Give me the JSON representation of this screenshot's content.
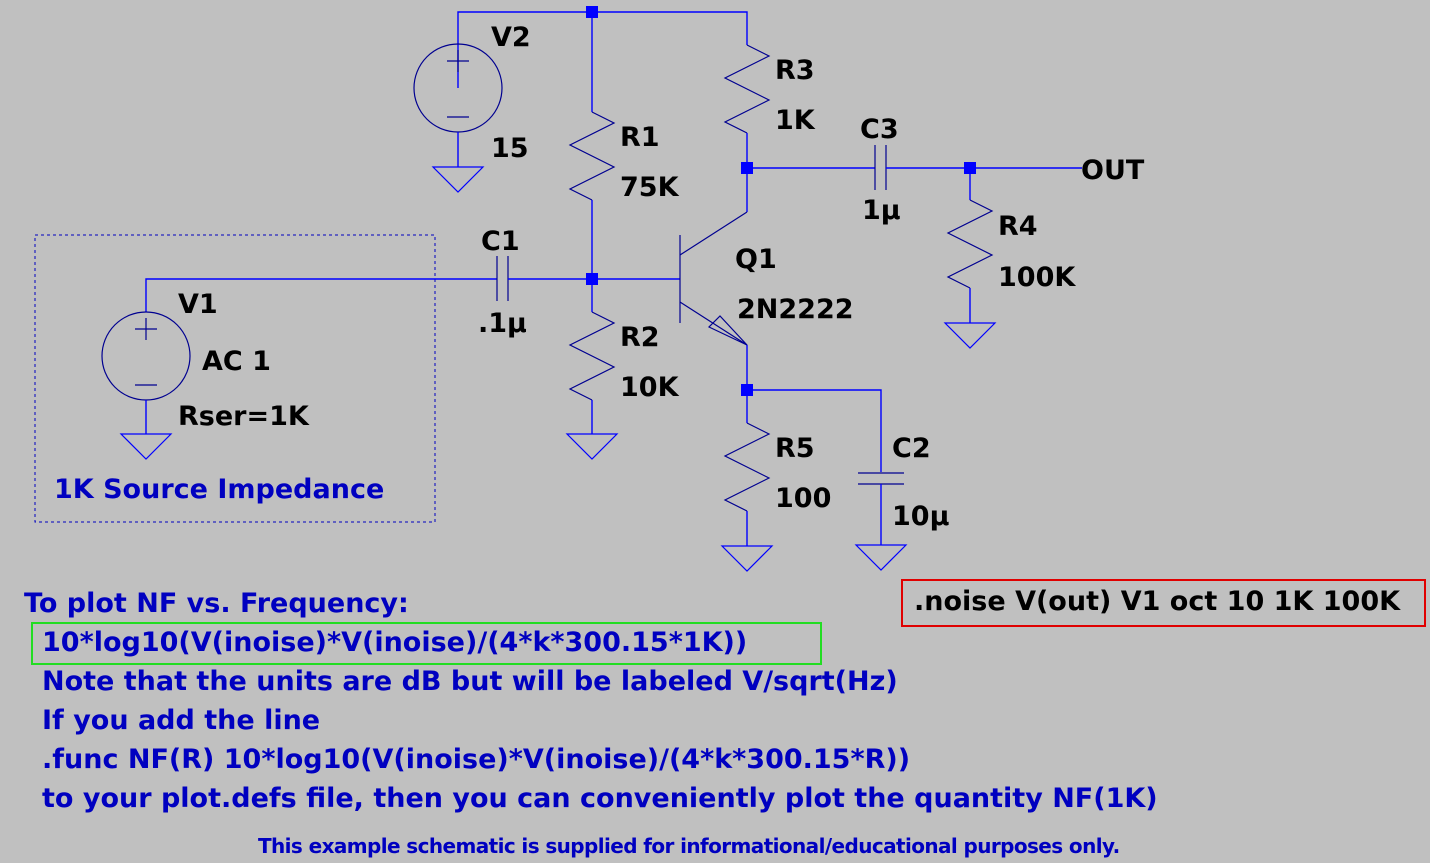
{
  "title": "LTspice example schematic - noise figure of 2N2222 amplifier",
  "colors": {
    "background": "#c0c0c0",
    "wire": "#0000ff",
    "component": "#000090",
    "label": "#000000",
    "comment": "#0000c0",
    "directive_border": "#e00000",
    "formula_border": "#22dd22"
  },
  "components": {
    "V2": {
      "ref": "V2",
      "value": "15",
      "type": "voltage-source"
    },
    "V1": {
      "ref": "V1",
      "value": "AC 1",
      "extra": "Rser=1K",
      "type": "voltage-source"
    },
    "R1": {
      "ref": "R1",
      "value": "75K",
      "type": "resistor"
    },
    "R2": {
      "ref": "R2",
      "value": "10K",
      "type": "resistor"
    },
    "R3": {
      "ref": "R3",
      "value": "1K",
      "type": "resistor"
    },
    "R4": {
      "ref": "R4",
      "value": "100K",
      "type": "resistor"
    },
    "R5": {
      "ref": "R5",
      "value": "100",
      "type": "resistor"
    },
    "C1": {
      "ref": "C1",
      "value": ".1μ",
      "type": "capacitor"
    },
    "C2": {
      "ref": "C2",
      "value": "10μ",
      "type": "capacitor"
    },
    "C3": {
      "ref": "C3",
      "value": "1μ",
      "type": "capacitor"
    },
    "Q1": {
      "ref": "Q1",
      "value": "2N2222",
      "type": "npn-transistor"
    }
  },
  "net_labels": {
    "out": "OUT"
  },
  "source_box_label": "1K Source Impedance",
  "directive": ".noise V(out) V1 oct 10 1K 100K",
  "notes": {
    "heading": "To plot NF vs. Frequency:",
    "formula": "10*log10(V(inoise)*V(inoise)/(4*k*300.15*1K))",
    "line1": "Note that the units are dB but will be labeled V/sqrt(Hz)",
    "line2": "If you add the line",
    "line3": ".func NF(R) 10*log10(V(inoise)*V(inoise)/(4*k*300.15*R))",
    "line4": "to your plot.defs file, then you can conveniently plot the quantity NF(1K)"
  },
  "disclaimer": "This example schematic is supplied for informational/educational purposes only."
}
